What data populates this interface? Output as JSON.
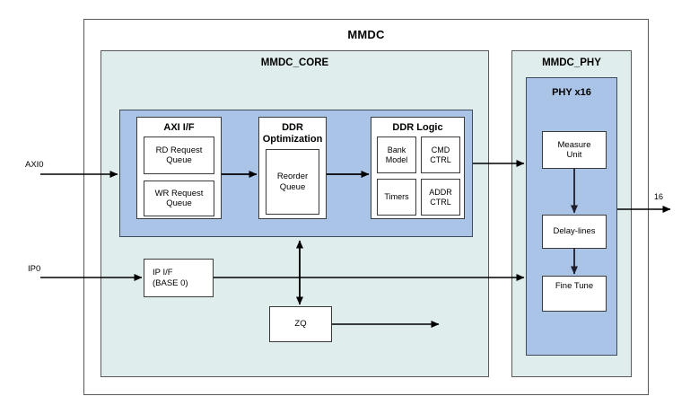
{
  "diagram": {
    "title": "MMDC",
    "regions": {
      "core": {
        "label": "MMDC_CORE"
      },
      "phy": {
        "label": "MMDC_PHY"
      }
    },
    "core": {
      "pipeline": {
        "axi_if": {
          "label": "AXI I/F",
          "children": [
            {
              "label": "RD Request\nQueue"
            },
            {
              "label": "WR Request\nQueue"
            }
          ]
        },
        "ddr_optimization": {
          "label": "DDR\nOptimization",
          "children": [
            {
              "label": "Reorder\nQueue"
            }
          ]
        },
        "ddr_logic": {
          "label": "DDR Logic",
          "children": [
            {
              "label": "Bank\nModel"
            },
            {
              "label": "CMD\nCTRL"
            },
            {
              "label": "Timers"
            },
            {
              "label": "ADDR\nCTRL"
            }
          ]
        }
      },
      "ip_if": {
        "label": "IP I/F\n(BASE 0)"
      },
      "zq": {
        "label": "ZQ"
      }
    },
    "phy": {
      "group": {
        "label": "PHY x16"
      },
      "stages": [
        {
          "label": "Measure\nUnit"
        },
        {
          "label": "Delay-lines"
        },
        {
          "label": "Fine Tune"
        }
      ]
    },
    "io": {
      "axi0": "AXI0",
      "ip0": "IP0",
      "out_width": "16"
    },
    "colors": {
      "region_fill": "#e0eded",
      "block_fill": "#a9c4e6",
      "leaf_fill": "#ffffff",
      "stroke": "#3a3a3a",
      "page_bg": "#ffffff"
    }
  }
}
